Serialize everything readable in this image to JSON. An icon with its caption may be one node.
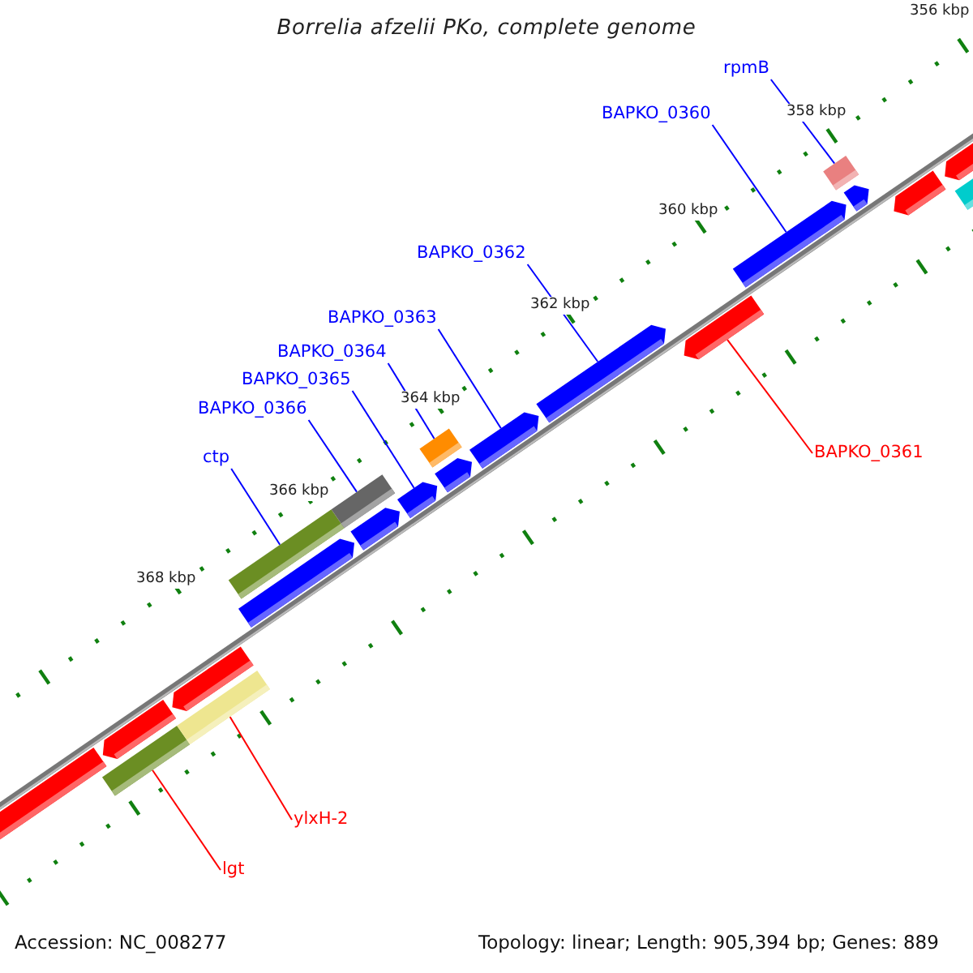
{
  "diagram": {
    "title": "Borrelia afzelii PKo, complete genome",
    "nodes": [
      {
        "text": [
          "rpmB"
        ]
      },
      {
        "text": [
          "BAPKO_0360"
        ]
      },
      {
        "text": [
          "BAPKO_0362"
        ]
      },
      {
        "text": [
          "BAPKO_0363"
        ]
      },
      {
        "text": [
          "BAPKO_0364"
        ]
      },
      {
        "text": [
          "BAPKO_0365"
        ]
      },
      {
        "text": [
          "BAPKO_0366"
        ]
      },
      {
        "text": [
          "ctp"
        ]
      },
      {
        "text": [
          "BAPKO_0361"
        ]
      },
      {
        "text": [
          "ylxH-2"
        ]
      },
      {
        "text": [
          "lgt"
        ]
      },
      {
        "text": [],
        "shape": "arrow"
      },
      {
        "text": [],
        "shape": "box"
      },
      {
        "text": [],
        "shape": "arrow"
      },
      {
        "text": [],
        "shape": "box"
      },
      {
        "text": [],
        "shape": "arrow"
      },
      {
        "text": [],
        "shape": "box"
      },
      {
        "text": [],
        "shape": "arrow"
      },
      {
        "text": [],
        "shape": "box"
      },
      {
        "text": [],
        "shape": "arrow"
      },
      {
        "text": [],
        "shape": "arrow"
      },
      {
        "text": [],
        "shape": "box"
      },
      {
        "text": [],
        "shape": "arrow"
      },
      {
        "text": [],
        "shape": "arrow"
      },
      {
        "text": [],
        "shape": "arrow"
      },
      {
        "text": [],
        "shape": "arrow"
      },
      {
        "text": [],
        "shape": "arrow"
      },
      {
        "text": [],
        "shape": "box"
      },
      {
        "text": [],
        "shape": "arrow"
      },
      {
        "text": [],
        "shape": "arrow"
      },
      {
        "text": [],
        "shape": "arrow"
      },
      {
        "text": [],
        "shape": "box"
      }
    ],
    "edges": [
      {
        "from": 0,
        "to": 27,
        "arrow": "none"
      },
      {
        "from": 1,
        "to": 26,
        "arrow": "none"
      },
      {
        "from": 2,
        "to": 24,
        "arrow": "none"
      },
      {
        "from": 3,
        "to": 23,
        "arrow": "none"
      },
      {
        "from": 4,
        "to": 21,
        "arrow": "none"
      },
      {
        "from": 5,
        "to": 20,
        "arrow": "none"
      },
      {
        "from": 6,
        "to": 18,
        "arrow": "none"
      },
      {
        "from": 7,
        "to": 16,
        "arrow": "none"
      },
      {
        "from": 8,
        "to": 25,
        "arrow": "none",
        "color": "#ff0000"
      },
      {
        "from": 9,
        "to": 14,
        "arrow": "none",
        "color": "#ff0000"
      },
      {
        "from": 10,
        "to": 12,
        "arrow": "none",
        "color": "#ff0000"
      }
    ],
    "labels": [
      "356 kbp",
      "358 kbp",
      "360 kbp",
      "362 kbp",
      "364 kbp",
      "366 kbp",
      "368 kbp",
      "Accession: NC_008277",
      "Topology: linear; Length: 905,394 bp; Genes: 889"
    ]
  }
}
